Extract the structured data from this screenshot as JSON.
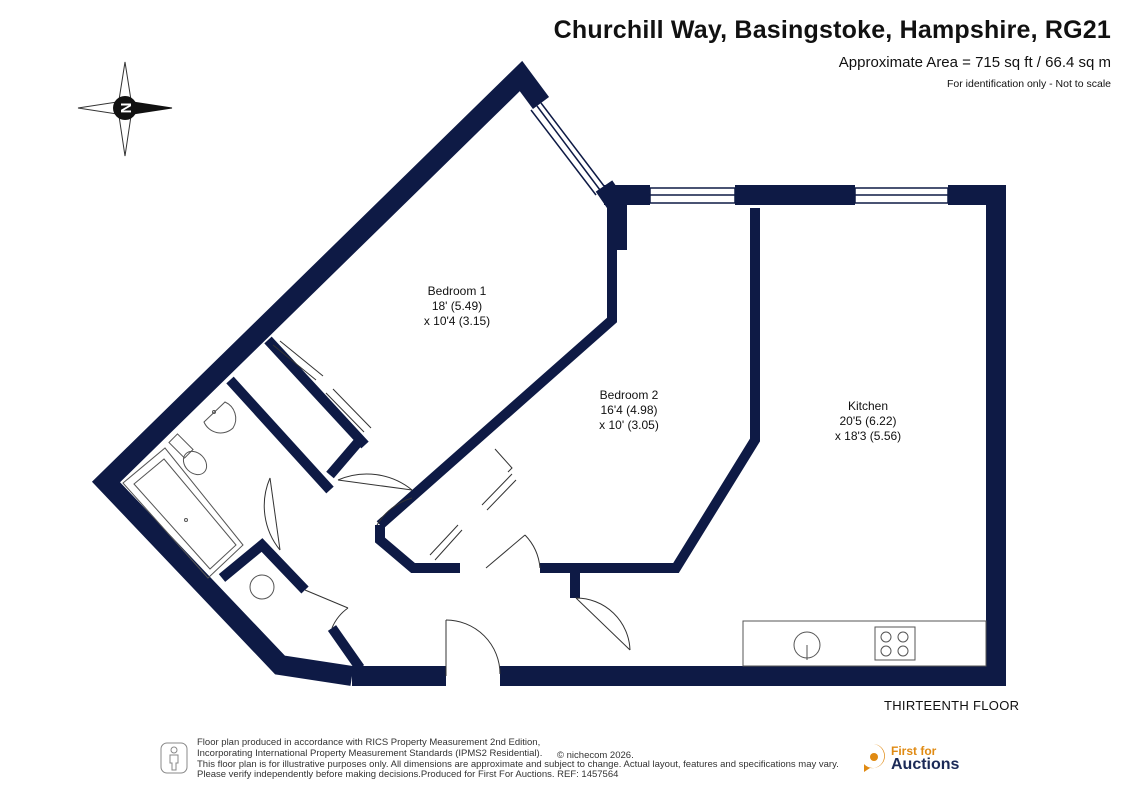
{
  "header": {
    "title": "Churchill Way, Basingstoke, Hampshire, RG21",
    "area": "Approximate Area = 715 sq ft / 66.4 sq m",
    "note": "For identification only - Not to scale"
  },
  "compass": {
    "letter": "N"
  },
  "rooms": [
    {
      "name": "Bedroom 1",
      "dim1": "18' (5.49)",
      "dim2": "x 10'4 (3.15)"
    },
    {
      "name": "Bedroom 2",
      "dim1": "16'4 (4.98)",
      "dim2": "x 10' (3.05)"
    },
    {
      "name": "Kitchen",
      "dim1": "20'5 (6.22)",
      "dim2": "x 18'3 (5.56)"
    }
  ],
  "floor_label": "THIRTEENTH FLOOR",
  "footer": {
    "lines": [
      "Floor plan produced in accordance with RICS Property Measurement 2nd Edition,",
      "Incorporating International Property Measurement Standards (IPMS2 Residential).",
      "This floor plan is for illustrative purposes only. All dimensions are approximate and subject to change. Actual layout, features and specifications may vary.",
      "Please verify independently before making decisions.Produced for First For Auctions.   REF:  1457564"
    ],
    "copyright": "© nichecom 2026."
  },
  "logo": {
    "line1": "First for",
    "line2": "Auctions"
  },
  "colors": {
    "wall": "#0e1a45",
    "logo_orange": "#e08a12",
    "logo_navy": "#1b2a57"
  }
}
